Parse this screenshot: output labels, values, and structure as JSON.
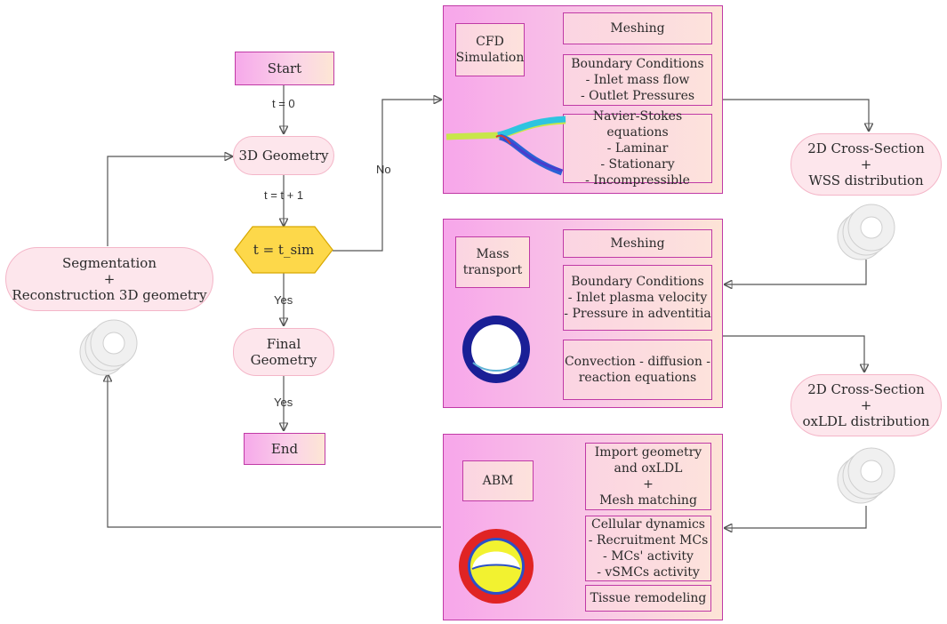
{
  "flow": {
    "start": "Start",
    "t0": "t = 0",
    "geometry": "3D Geometry",
    "t_inc": "t = t + 1",
    "decision": "t = t_sim",
    "no": "No",
    "yes1": "Yes",
    "final_l1": "Final",
    "final_l2": "Geometry",
    "yes2": "Yes",
    "end": "End",
    "seg_l1": "Segmentation",
    "seg_plus": "+",
    "seg_l2": "Reconstruction 3D geometry"
  },
  "cfd": {
    "title_l1": "CFD",
    "title_l2": "Simulation",
    "meshing": "Meshing",
    "bc_title": "Boundary Conditions",
    "bc_1": "- Inlet mass flow",
    "bc_2": "- Outlet Pressures",
    "ns_title": "Navier-Stokes equations",
    "ns_1": "- Laminar",
    "ns_2": "- Stationary",
    "ns_3": "- Incompressible"
  },
  "mass": {
    "title_l1": "Mass",
    "title_l2": "transport",
    "meshing": "Meshing",
    "bc_title": "Boundary Conditions",
    "bc_1": "- Inlet plasma velocity",
    "bc_2": "- Pressure in adventitia",
    "cd_l1": "Convection - diffusion -",
    "cd_l2": "reaction equations"
  },
  "abm": {
    "title": "ABM",
    "imp_l1": "Import geometry",
    "imp_l2": "and oxLDL",
    "imp_plus": "+",
    "imp_l3": "Mesh matching",
    "cell_title": "Cellular dynamics",
    "cell_1": "- Recruitment MCs",
    "cell_2": "- MCs' activity",
    "cell_3": "- vSMCs activity",
    "tissue": "Tissue remodeling"
  },
  "outputs": {
    "wss_l1": "2D Cross-Section",
    "wss_plus": "+",
    "wss_l2": "WSS distribution",
    "ox_l1": "2D Cross-Section",
    "ox_plus": "+",
    "ox_l2": "oxLDL distribution"
  },
  "colors": {
    "decision": "#fdd84a",
    "panel_border": "#c03aa6",
    "pill_fill": "#fde6ec"
  }
}
